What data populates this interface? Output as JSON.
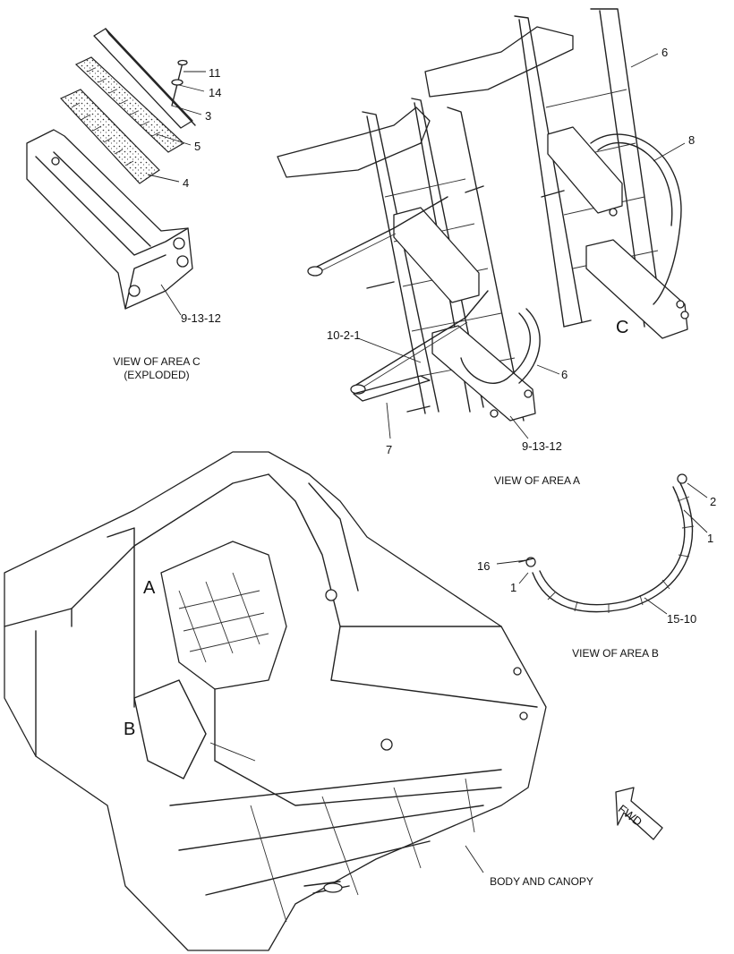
{
  "views": {
    "area_c": {
      "caption_line1": "VIEW OF AREA C",
      "caption_line2": "(EXPLODED)",
      "callouts": [
        "11",
        "14",
        "3",
        "5",
        "4",
        "9-13-12"
      ]
    },
    "area_a": {
      "caption": "VIEW OF AREA A",
      "area_letter": "C",
      "callouts": [
        "6",
        "8",
        "10-2-1",
        "6",
        "7",
        "9-13-12"
      ]
    },
    "area_b": {
      "caption": "VIEW OF AREA B",
      "callouts": [
        "2",
        "1",
        "16",
        "1",
        "15-10"
      ]
    },
    "body": {
      "caption": "BODY AND CANOPY",
      "area_letters": [
        "A",
        "B"
      ]
    }
  },
  "direction_arrow": "FWD",
  "colors": {
    "line": "#222222",
    "background": "#ffffff"
  }
}
